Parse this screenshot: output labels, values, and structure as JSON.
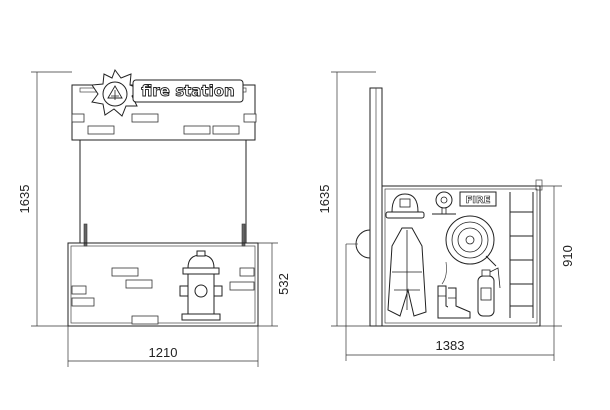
{
  "sign": {
    "title": "fire station"
  },
  "panel_label": "FIRE",
  "dimensions": {
    "front_height": "1635",
    "front_panel_height": "532",
    "front_width": "1210",
    "side_height": "1635",
    "side_panel_height": "910",
    "side_width": "1383"
  },
  "colors": {
    "line": "#222222",
    "background": "#ffffff"
  }
}
